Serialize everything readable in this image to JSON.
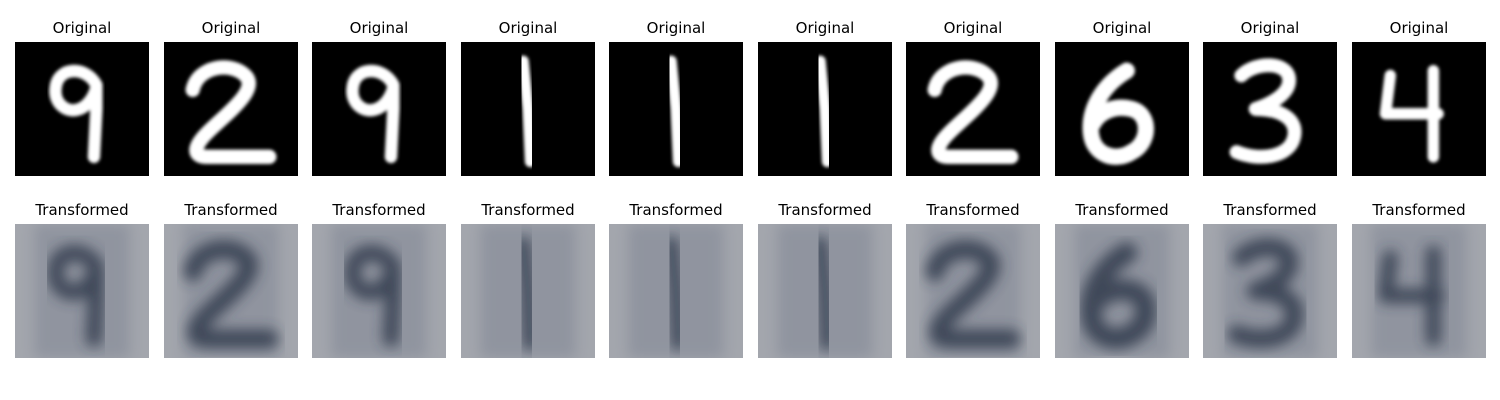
{
  "rows": [
    {
      "kind": "original",
      "panels": [
        {
          "title": "Original",
          "digit": "9"
        },
        {
          "title": "Original",
          "digit": "2"
        },
        {
          "title": "Original",
          "digit": "9"
        },
        {
          "title": "Original",
          "digit": "1"
        },
        {
          "title": "Original",
          "digit": "1"
        },
        {
          "title": "Original",
          "digit": "1"
        },
        {
          "title": "Original",
          "digit": "2"
        },
        {
          "title": "Original",
          "digit": "6"
        },
        {
          "title": "Original",
          "digit": "3"
        },
        {
          "title": "Original",
          "digit": "4"
        }
      ]
    },
    {
      "kind": "transformed",
      "panels": [
        {
          "title": "Transformed",
          "digit": "9"
        },
        {
          "title": "Transformed",
          "digit": "2"
        },
        {
          "title": "Transformed",
          "digit": "9"
        },
        {
          "title": "Transformed",
          "digit": "1"
        },
        {
          "title": "Transformed",
          "digit": "1"
        },
        {
          "title": "Transformed",
          "digit": "1"
        },
        {
          "title": "Transformed",
          "digit": "2"
        },
        {
          "title": "Transformed",
          "digit": "6"
        },
        {
          "title": "Transformed",
          "digit": "3"
        },
        {
          "title": "Transformed",
          "digit": "4"
        }
      ]
    }
  ],
  "colors": {
    "original_background": "#000000",
    "original_stroke": "#ffffff",
    "transformed_background": "#a3a6ad",
    "transformed_stroke": "#2c3446"
  }
}
